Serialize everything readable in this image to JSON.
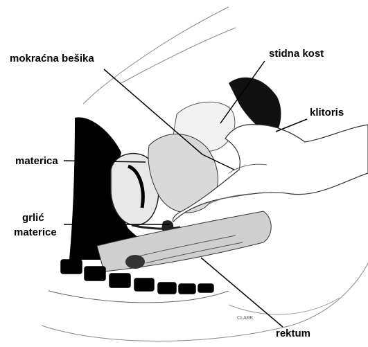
{
  "labels": {
    "bladder": "mokraćna bešika",
    "pubic_bone": "stidna kost",
    "clitoris": "klitoris",
    "uterus": "materica",
    "cervix_line1": "grlić",
    "cervix_line2": "materice",
    "rectum": "rektum"
  },
  "signature": "CLARK",
  "colors": {
    "ink": "#000000",
    "tissue": "#d9d9d9",
    "paper": "#ffffff"
  }
}
